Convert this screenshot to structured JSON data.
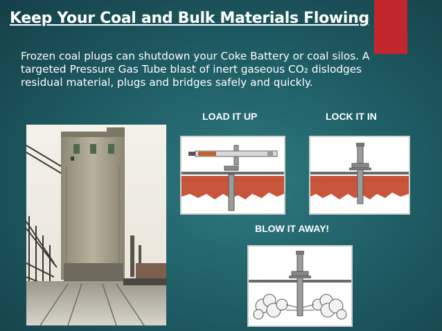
{
  "slide": {
    "title": "Keep Your Coal and Bulk  Materials Flowing",
    "body_lines": [
      "Frozen coal plugs can shutdown your Coke Battery or coal silos.  A",
      "targeted Pressure Gas Tube blast of inert gaseous CO₂ dislodges",
      "residual material, plugs and bridges safely and quickly."
    ],
    "accent_color": "#c1272d"
  },
  "diagrams": {
    "load": {
      "caption": "LOAD IT UP"
    },
    "lock": {
      "caption": "LOCK IT IN"
    },
    "blow": {
      "caption": "BLOW IT AWAY!"
    }
  }
}
